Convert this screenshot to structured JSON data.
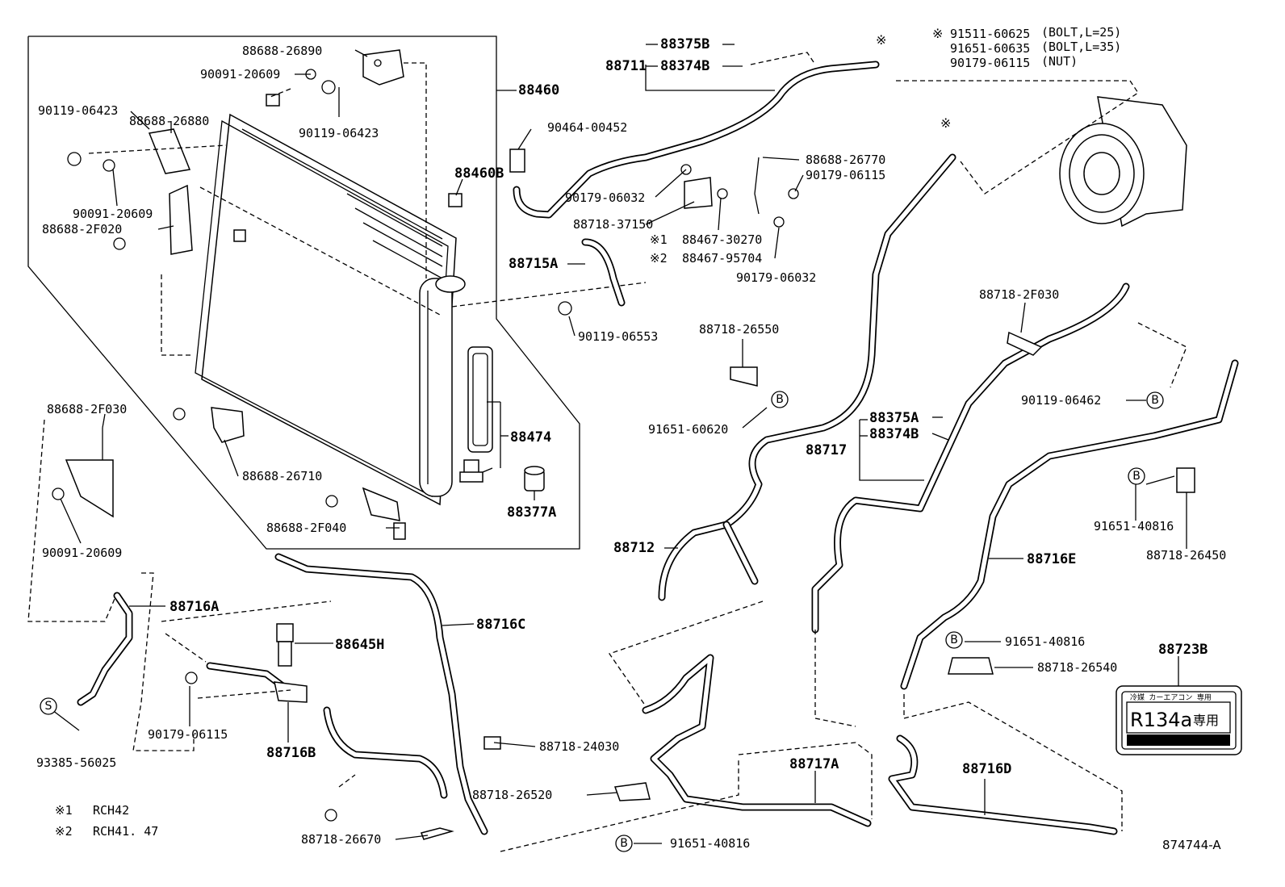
{
  "labels": {
    "p88688_26890": "88688-26890",
    "p90091_20609_top": "90091-20609",
    "p88460": "88460",
    "p90119_06423_l": "90119-06423",
    "p88688_26880": "88688-26880",
    "p90119_06423_r": "90119-06423",
    "p88460B": "88460B",
    "p90091_20609_mid": "90091-20609",
    "p88688_2F020": "88688-2F020",
    "p88688_2F030_l": "88688-2F030",
    "p90091_20609_bot": "90091-20609",
    "p88688_26710": "88688-26710",
    "p88474": "88474",
    "p88377A": "88377A",
    "p88688_2F040": "88688-2F040",
    "p88716A": "88716A",
    "p88716C": "88716C",
    "p88645H": "88645H",
    "p90179_06115_l": "90179-06115",
    "p88716B": "88716B",
    "p93385_56025": "93385-56025",
    "p88718_24030": "88718-24030",
    "p88718_26520": "88718-26520",
    "p88718_26670": "88718-26670",
    "p91651_40816_bot": "91651-40816",
    "p88711": "88711",
    "p88375B_top": "88375B",
    "p88374B_top": "88374B",
    "p90464_00452": "90464-00452",
    "p90179_06032_a": "90179-06032",
    "p88718_37150": "88718-37150",
    "p88467_30270": "88467-30270",
    "p88467_95704": "88467-95704",
    "p88688_26770": "88688-26770",
    "p90179_06115_r": "90179-06115",
    "p90179_06032_b": "90179-06032",
    "p88715A": "88715A",
    "p90119_06553": "90119-06553",
    "p88718_26550": "88718-26550",
    "p91651_60620": "91651-60620",
    "p88712": "88712",
    "p88717": "88717",
    "p88375A": "88375A",
    "p88374B_mid": "88374B",
    "p88717A": "88717A",
    "p88716D": "88716D",
    "p88718_2F030": "88718-2F030",
    "p90119_06462": "90119-06462",
    "p91651_40816_r": "91651-40816",
    "p88718_26450": "88718-26450",
    "p88716E": "88716E",
    "p91651_40816_mid": "91651-40816",
    "p88718_26540": "88718-26540",
    "p88723B": "88723B",
    "bolt1": "91511-60625",
    "bolt1_note": "(BOLT,L=25)",
    "bolt2": "91651-60635",
    "bolt2_note": "(BOLT,L=35)",
    "nut": "90179-06115",
    "nut_note": "(NUT)"
  },
  "markers": {
    "asterisk": "※",
    "asterisk1": "※1",
    "asterisk2": "※2",
    "circle_b": "B",
    "circle_s": "S"
  },
  "footnotes": {
    "note1_mark": "※1",
    "note1_text": "RCH42",
    "note2_mark": "※2",
    "note2_text": "RCH41. 47"
  },
  "label_plate": {
    "line1": "R134a",
    "line2": "専用",
    "header": "冷媒 カーエアコン 専用"
  },
  "diagram_id": "874744-A"
}
